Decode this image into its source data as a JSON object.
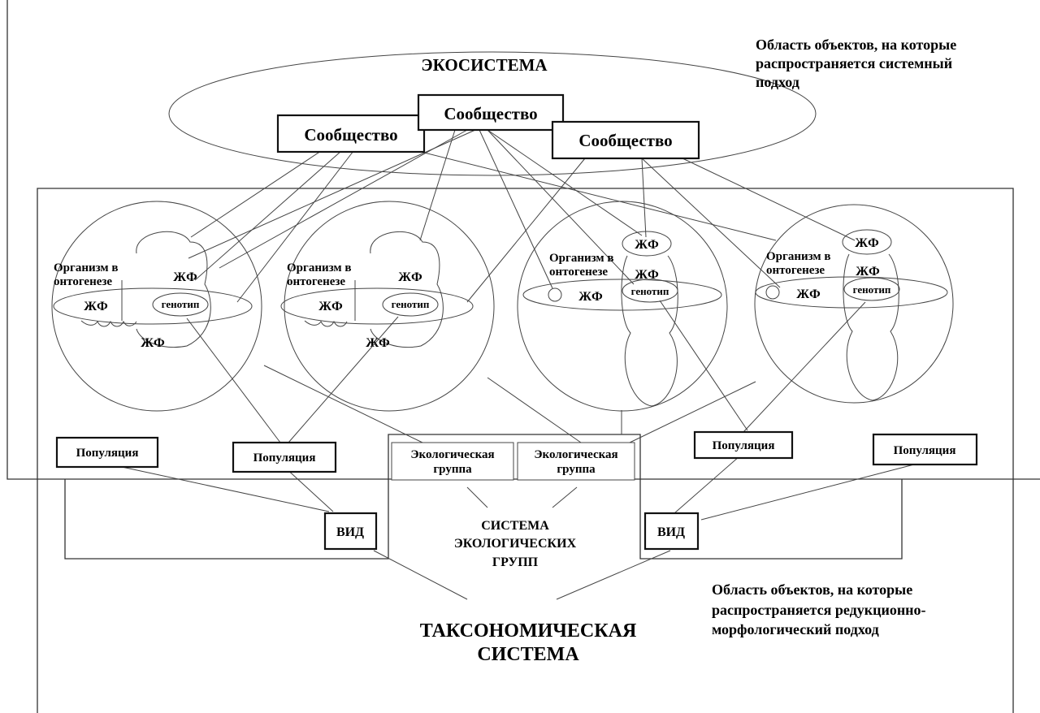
{
  "ecosystem": {
    "title": "ЭКОСИСТЕМА",
    "communities": [
      "Сообщество",
      "Сообщество",
      "Сообщество"
    ]
  },
  "systemic_area": {
    "line1": "Область объектов, на которые",
    "line2": "распространяется системный",
    "line3": "подход"
  },
  "reductionist_area": {
    "line1": "Область объектов, на которые",
    "line2": "распространяется редукционно-",
    "line3": "морфологический подход"
  },
  "organisms": [
    {
      "label_line1": "Организм в",
      "label_line2": "онтогенезе",
      "lf_a": "ЖФ",
      "lf_b": "ЖФ",
      "lf_c": "ЖФ",
      "genotype": "генотип"
    },
    {
      "label_line1": "Организм в",
      "label_line2": "онтогенезе",
      "lf_a": "ЖФ",
      "lf_b": "ЖФ",
      "lf_c": "ЖФ",
      "genotype": "генотип"
    },
    {
      "label_line1": "Организм в",
      "label_line2": "онтогенезе",
      "lf_a": "ЖФ",
      "lf_b": "ЖФ",
      "lf_c": "ЖФ",
      "genotype": "генотип"
    },
    {
      "label_line1": "Организм в",
      "label_line2": "онтогенезе",
      "lf_a": "ЖФ",
      "lf_b": "ЖФ",
      "lf_c": "ЖФ",
      "genotype": "генотип"
    }
  ],
  "populations": [
    "Популяция",
    "Популяция",
    "Популяция",
    "Популяция"
  ],
  "ecological_groups": [
    {
      "line1": "Экологическая",
      "line2": "группа"
    },
    {
      "line1": "Экологическая",
      "line2": "группа"
    }
  ],
  "eco_system": {
    "line1": "СИСТЕМА",
    "line2": "ЭКОЛОГИЧЕСКИХ",
    "line3": "ГРУПП"
  },
  "species": [
    "ВИД",
    "ВИД"
  ],
  "taxonomic": {
    "line1": "ТАКСОНОМИЧЕСКАЯ",
    "line2": "СИСТЕМА"
  }
}
